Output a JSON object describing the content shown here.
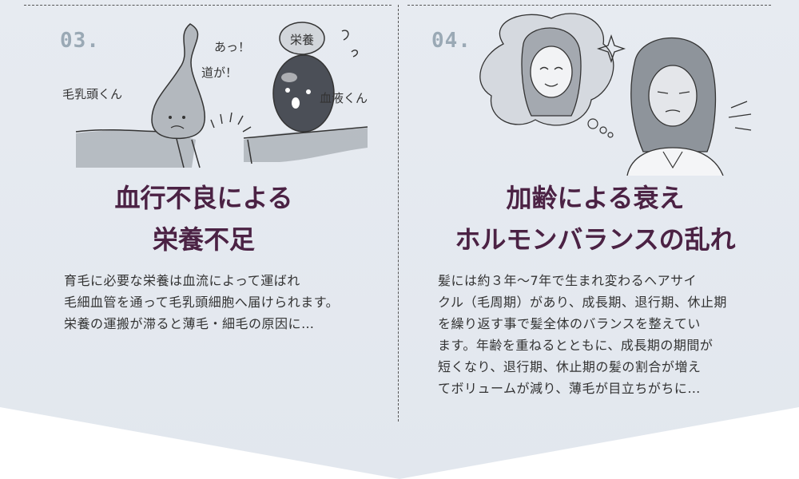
{
  "panels": [
    {
      "number": "03.",
      "title_lines": [
        "血行不良による",
        "栄養不足"
      ],
      "body_lines": [
        "育毛に必要な栄養は血流によって運ばれ",
        "毛細血管を通って毛乳頭細胞へ届けられます。",
        "栄養の運搬が滞ると薄毛・細毛の原因に…"
      ],
      "illustration_labels": {
        "left_character": "毛乳頭くん",
        "right_character": "血液くん",
        "speech": [
          "あっ！",
          "道が！"
        ],
        "bubble": "栄養"
      }
    },
    {
      "number": "04.",
      "title_lines": [
        "加齢による衰え",
        "ホルモンバランスの乱れ"
      ],
      "body_lines": [
        "髪には約３年〜7年で生まれ変わるヘアサイ",
        "クル（毛周期）があり、成長期、退行期、休止期",
        "を繰り返す事で髪全体のバランスを整えてい",
        "ます。年齢を重ねるとともに、成長期の期間が",
        "短くなり、退行期、休止期の髪の割合が増え",
        "てボリュームが減り、薄毛が目立ちがちに…"
      ]
    }
  ],
  "colors": {
    "title": "#4b2244",
    "number": "#9aa9b5",
    "background": "#e6eaf0",
    "highlight": "#b8b8bc"
  }
}
